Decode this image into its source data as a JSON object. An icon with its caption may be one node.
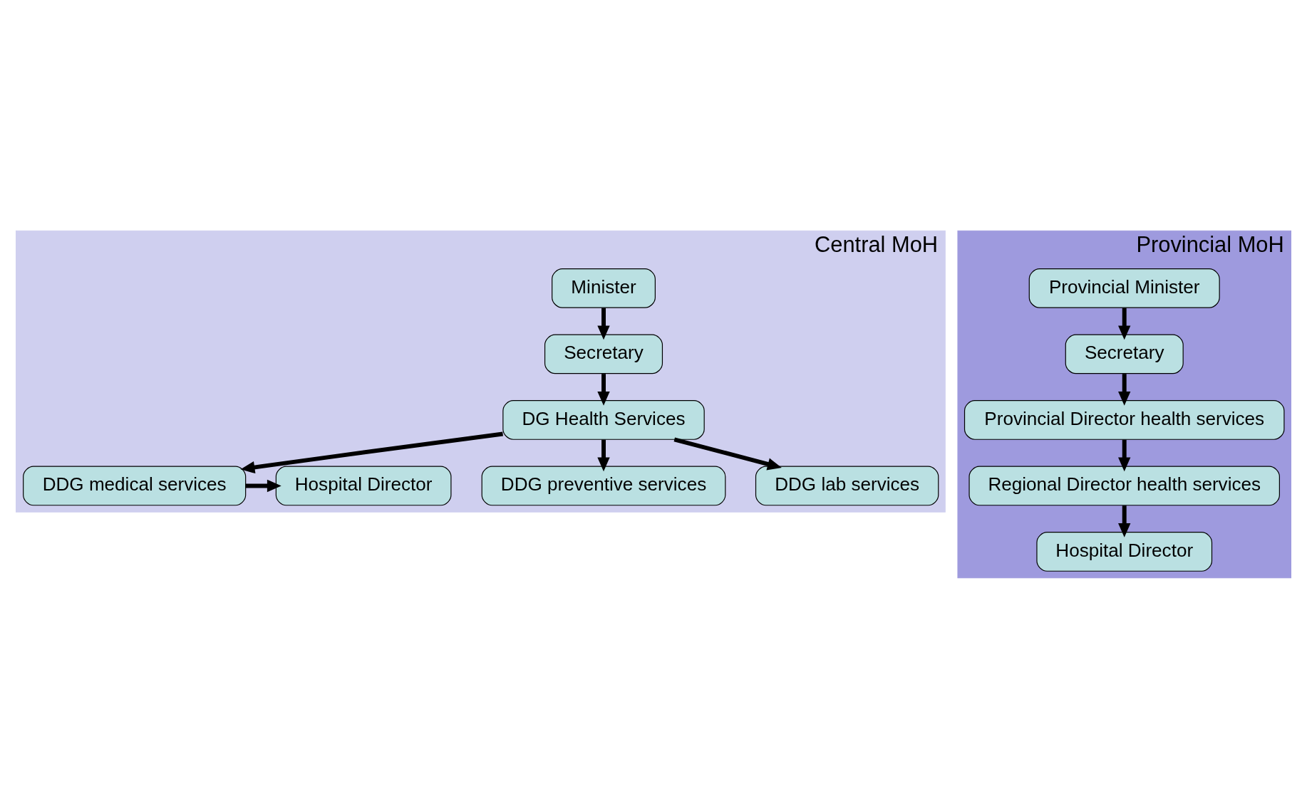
{
  "diagram": {
    "nodes": [
      {
        "text": [
          "Central MoH"
        ]
      },
      {
        "text": [
          "Minister"
        ],
        "in": 0
      },
      {
        "text": [
          "Secretary"
        ],
        "in": 0
      },
      {
        "text": [
          "DG Health Services"
        ],
        "in": 0
      },
      {
        "text": [
          "DDG medical services"
        ],
        "in": 0
      },
      {
        "text": [
          "DDG preventive services"
        ],
        "in": 0
      },
      {
        "text": [
          "DDG lab services"
        ],
        "in": 0
      },
      {
        "text": [
          "Hospital Director"
        ],
        "in": 0
      },
      {
        "text": [
          "Provincial MoH"
        ]
      },
      {
        "text": [
          "Provincial Minister"
        ],
        "in": 8
      },
      {
        "text": [
          "Secretary"
        ],
        "in": 8
      },
      {
        "text": [
          "Provincial Director health services"
        ],
        "in": 8
      },
      {
        "text": [
          "Regional Director health services"
        ],
        "in": 8
      },
      {
        "text": [
          "Hospital Director"
        ],
        "in": 8
      }
    ],
    "edges": [
      {
        "from": 1,
        "to": 2,
        "arrow": "to"
      },
      {
        "from": 2,
        "to": 3,
        "arrow": "to"
      },
      {
        "from": 3,
        "to": 4,
        "arrow": "to"
      },
      {
        "from": 3,
        "to": 5,
        "arrow": "to"
      },
      {
        "from": 3,
        "to": 6,
        "arrow": "to"
      },
      {
        "from": 4,
        "to": 7,
        "arrow": "to"
      },
      {
        "from": 9,
        "to": 10,
        "arrow": "to"
      },
      {
        "from": 10,
        "to": 11,
        "arrow": "to"
      },
      {
        "from": 11,
        "to": 12,
        "arrow": "to"
      },
      {
        "from": 12,
        "to": 13,
        "arrow": "to"
      }
    ]
  }
}
